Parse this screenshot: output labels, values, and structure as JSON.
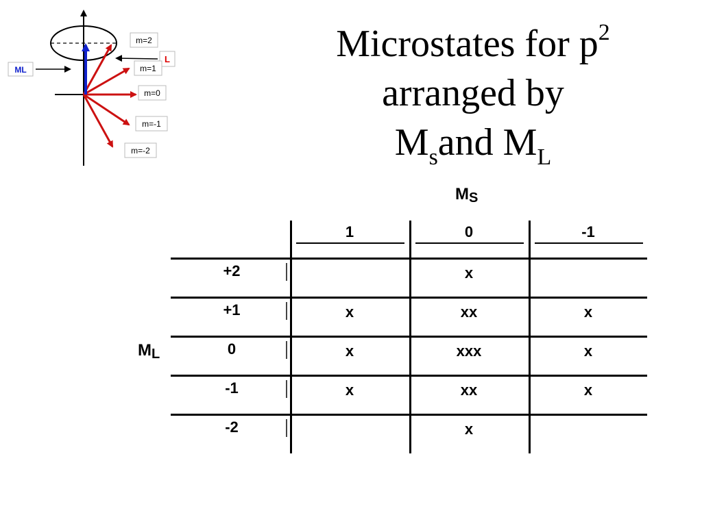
{
  "diagram": {
    "ml_label": "ML",
    "l_label": "L",
    "m_labels": [
      "m=2",
      "m=1",
      "m=0",
      "m=-1",
      "m=-2"
    ],
    "colors": {
      "vector": "#cc1111",
      "ml_vector": "#1122cc",
      "l_label": "#dd0000",
      "ml_label": "#1122cc"
    }
  },
  "title": {
    "line1": "Microstates for p",
    "line1_sup": "2",
    "line2": "arranged by",
    "line3_a": "M",
    "line3_sub_a": "s",
    "line3_b": "and M",
    "line3_sub_b": "L"
  },
  "table": {
    "ms_label": "M",
    "ms_label_sub": "S",
    "ml_label": "M",
    "ml_label_sub": "L",
    "columns": [
      "1",
      "0",
      "-1"
    ],
    "rows": [
      {
        "ml": "+2",
        "cells": [
          "",
          "x",
          ""
        ]
      },
      {
        "ml": "+1",
        "cells": [
          "x",
          "xx",
          "x"
        ]
      },
      {
        "ml": "0",
        "cells": [
          "x",
          "xxx",
          "x"
        ]
      },
      {
        "ml": "-1",
        "cells": [
          "x",
          "xx",
          "x"
        ]
      },
      {
        "ml": "-2",
        "cells": [
          "",
          "x",
          ""
        ]
      }
    ]
  }
}
